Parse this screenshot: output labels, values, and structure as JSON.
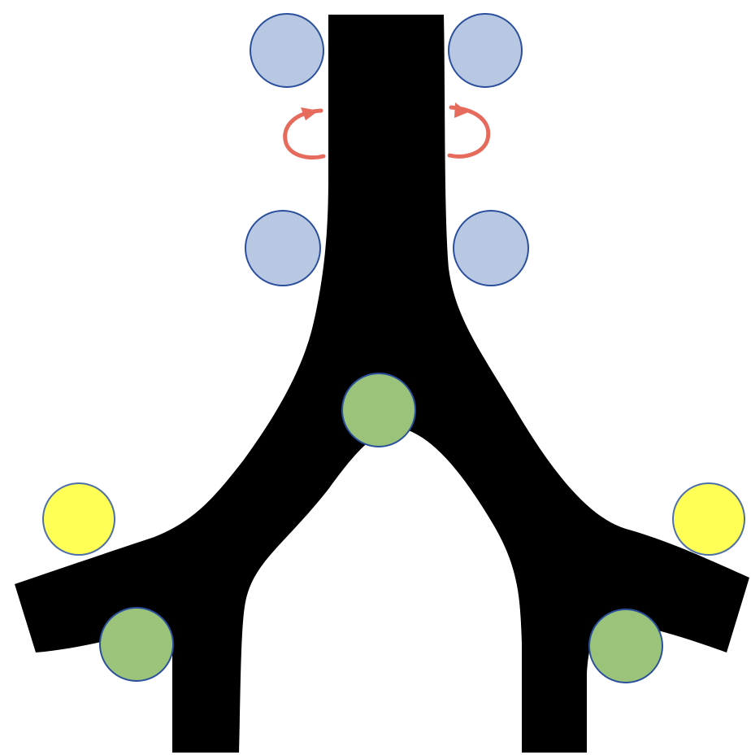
{
  "diagram": {
    "colors": {
      "background": "#ffffff",
      "airway": "#000000",
      "blue_node_fill": "#b8c7e2",
      "green_node_fill": "#9bc47a",
      "yellow_node_fill": "#ffff55",
      "node_stroke": "#2a4f9c",
      "yellow_stroke": "#4f6fa8",
      "rotation_arrow": "#e76b5c"
    },
    "elements": [
      "airway-shape",
      "upper-node-left",
      "upper-node-right",
      "rotation-arrow-left",
      "rotation-arrow-right",
      "mid-node-left",
      "mid-node-right",
      "center-bifurcation-node",
      "left-outer-node",
      "right-outer-node",
      "left-branch-node",
      "right-branch-node"
    ]
  }
}
